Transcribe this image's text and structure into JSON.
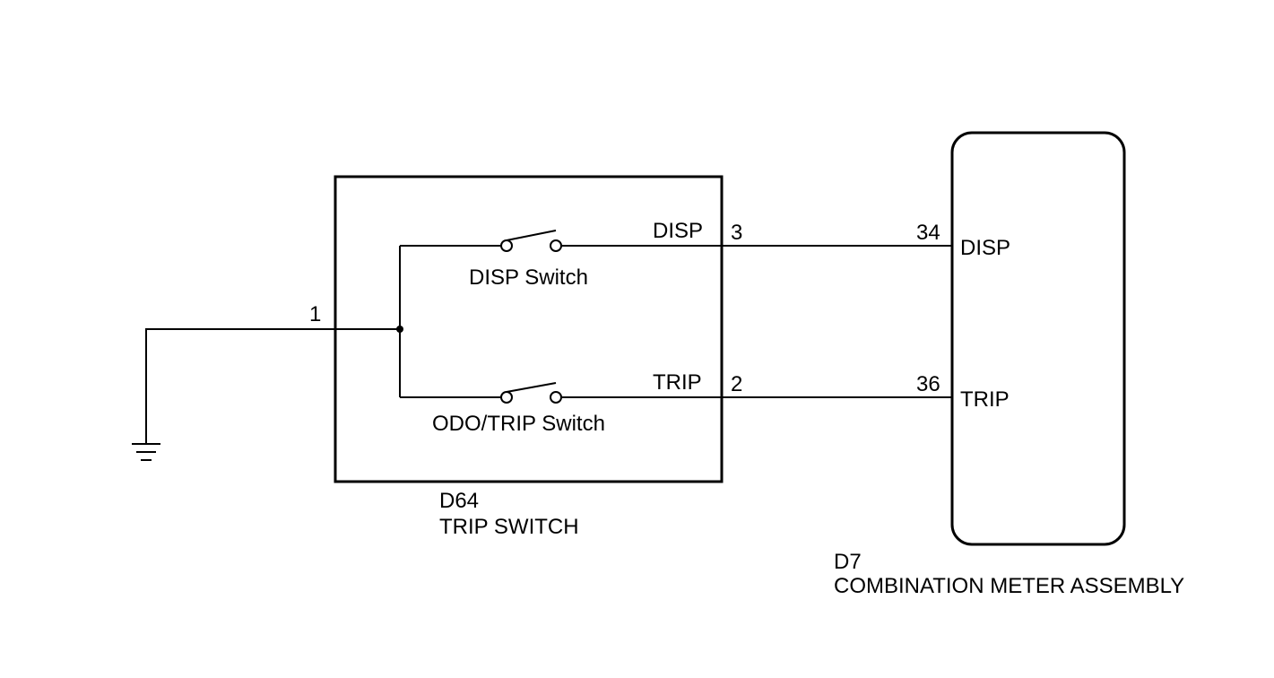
{
  "ground_pin": "1",
  "trip_switch": {
    "connector": "D64",
    "name": "TRIP SWITCH",
    "disp_switch_label": "DISP Switch",
    "odo_switch_label": "ODO/TRIP Switch",
    "disp_signal": "DISP",
    "disp_pin": "3",
    "trip_signal": "TRIP",
    "trip_pin": "2"
  },
  "meter": {
    "connector": "D7",
    "name": "COMBINATION METER ASSEMBLY",
    "disp_pin": "34",
    "disp_signal": "DISP",
    "trip_pin": "36",
    "trip_signal": "TRIP"
  }
}
